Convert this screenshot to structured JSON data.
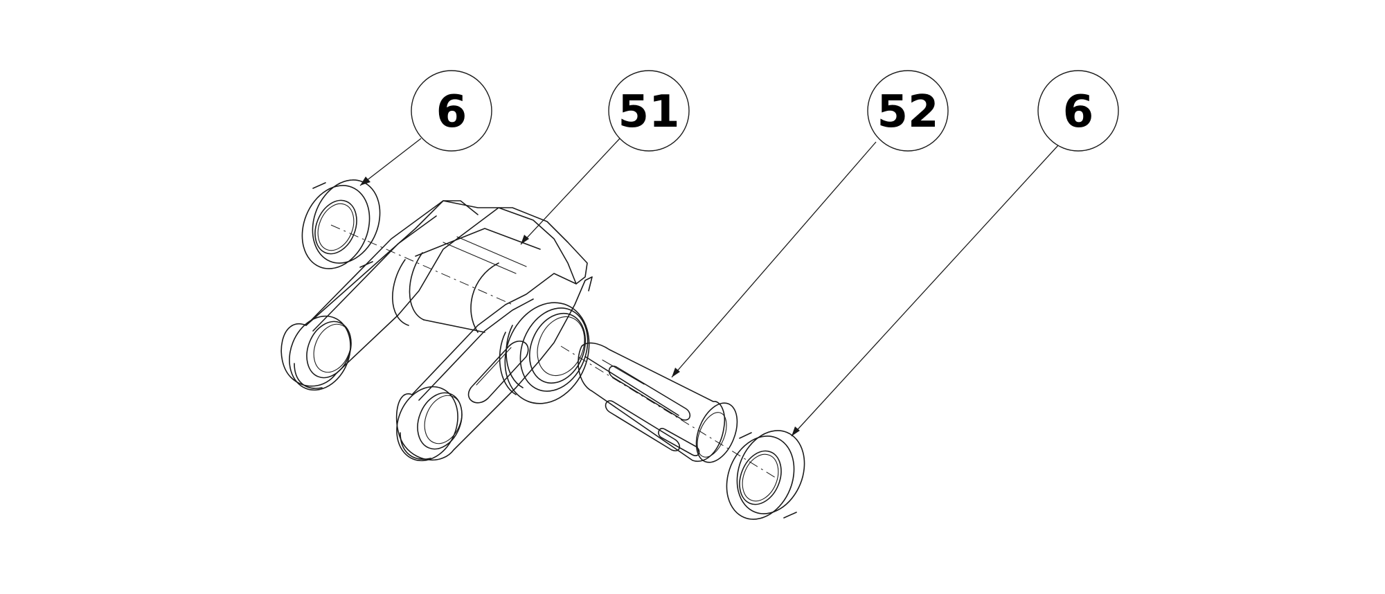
{
  "callouts": [
    {
      "label": "6"
    },
    {
      "label": "51"
    },
    {
      "label": "52"
    },
    {
      "label": "6"
    }
  ],
  "colors": {
    "line": "#1a1a1a",
    "background": "#ffffff"
  }
}
